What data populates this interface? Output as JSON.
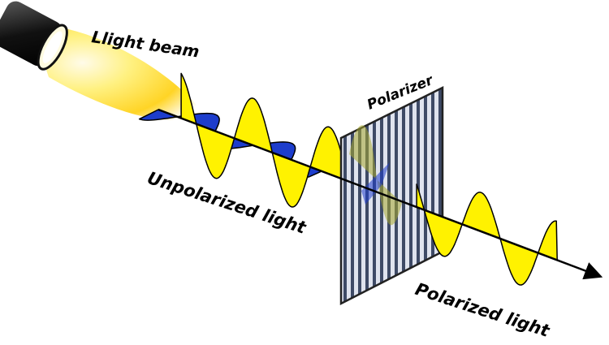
{
  "labels": {
    "light_beam": "Llight beam",
    "polarizer": "Polarizer",
    "unpolarized": "Unpolarized light",
    "polarized": "Polarized light"
  },
  "colors": {
    "wave_yellow": "#fff200",
    "wave_blue": "#1d3dcc",
    "outline": "#000000",
    "polarizer_bg": "#d6dbe8",
    "polarizer_stripe": "#3e4a66",
    "beam_glow": "#ffd21a"
  }
}
